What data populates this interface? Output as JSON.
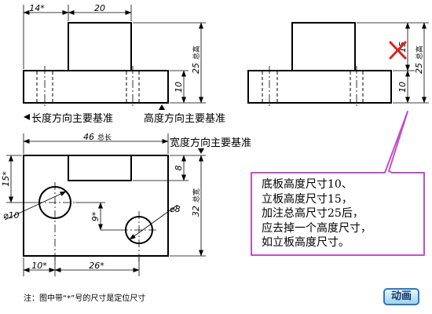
{
  "front_view_left": {
    "dims": {
      "offset": "14*",
      "top_width": "20",
      "total_height_value": "25",
      "total_height_label": "总高",
      "base_height": "10"
    },
    "length_datum_label": "长度方向主要基准",
    "height_datum_label": "高度方向主要基准"
  },
  "front_view_right": {
    "dims": {
      "total_height_value": "25",
      "total_height_label": "总高",
      "upright_height": "15",
      "base_height": "10"
    }
  },
  "top_view": {
    "dims": {
      "total_length_value": "46",
      "total_length_label": "总长",
      "slot_depth": "8",
      "hole_y": "15*",
      "hole_dy": "9*",
      "hole1_dia": "⌀10",
      "hole2_dia": "⌀8",
      "total_width_value": "32",
      "total_width_label": "总宽",
      "hole_x": "10*",
      "hole_dx": "26*"
    },
    "width_datum_label": "宽度方向主要基准"
  },
  "callout": {
    "lines": [
      "底板高度尺寸10、",
      "立板高度尺寸15，",
      "加注总高尺寸25后，",
      "应去掉一个高度尺寸，",
      "如立板高度尺寸。"
    ]
  },
  "note": "注：图中带“*”号的尺寸是定位尺寸",
  "animation_button_label": "动画",
  "colors": {
    "outline": "#000000",
    "cross": "#e0201a",
    "callout_border": "#c050c8",
    "button_border": "#2b78c6"
  }
}
